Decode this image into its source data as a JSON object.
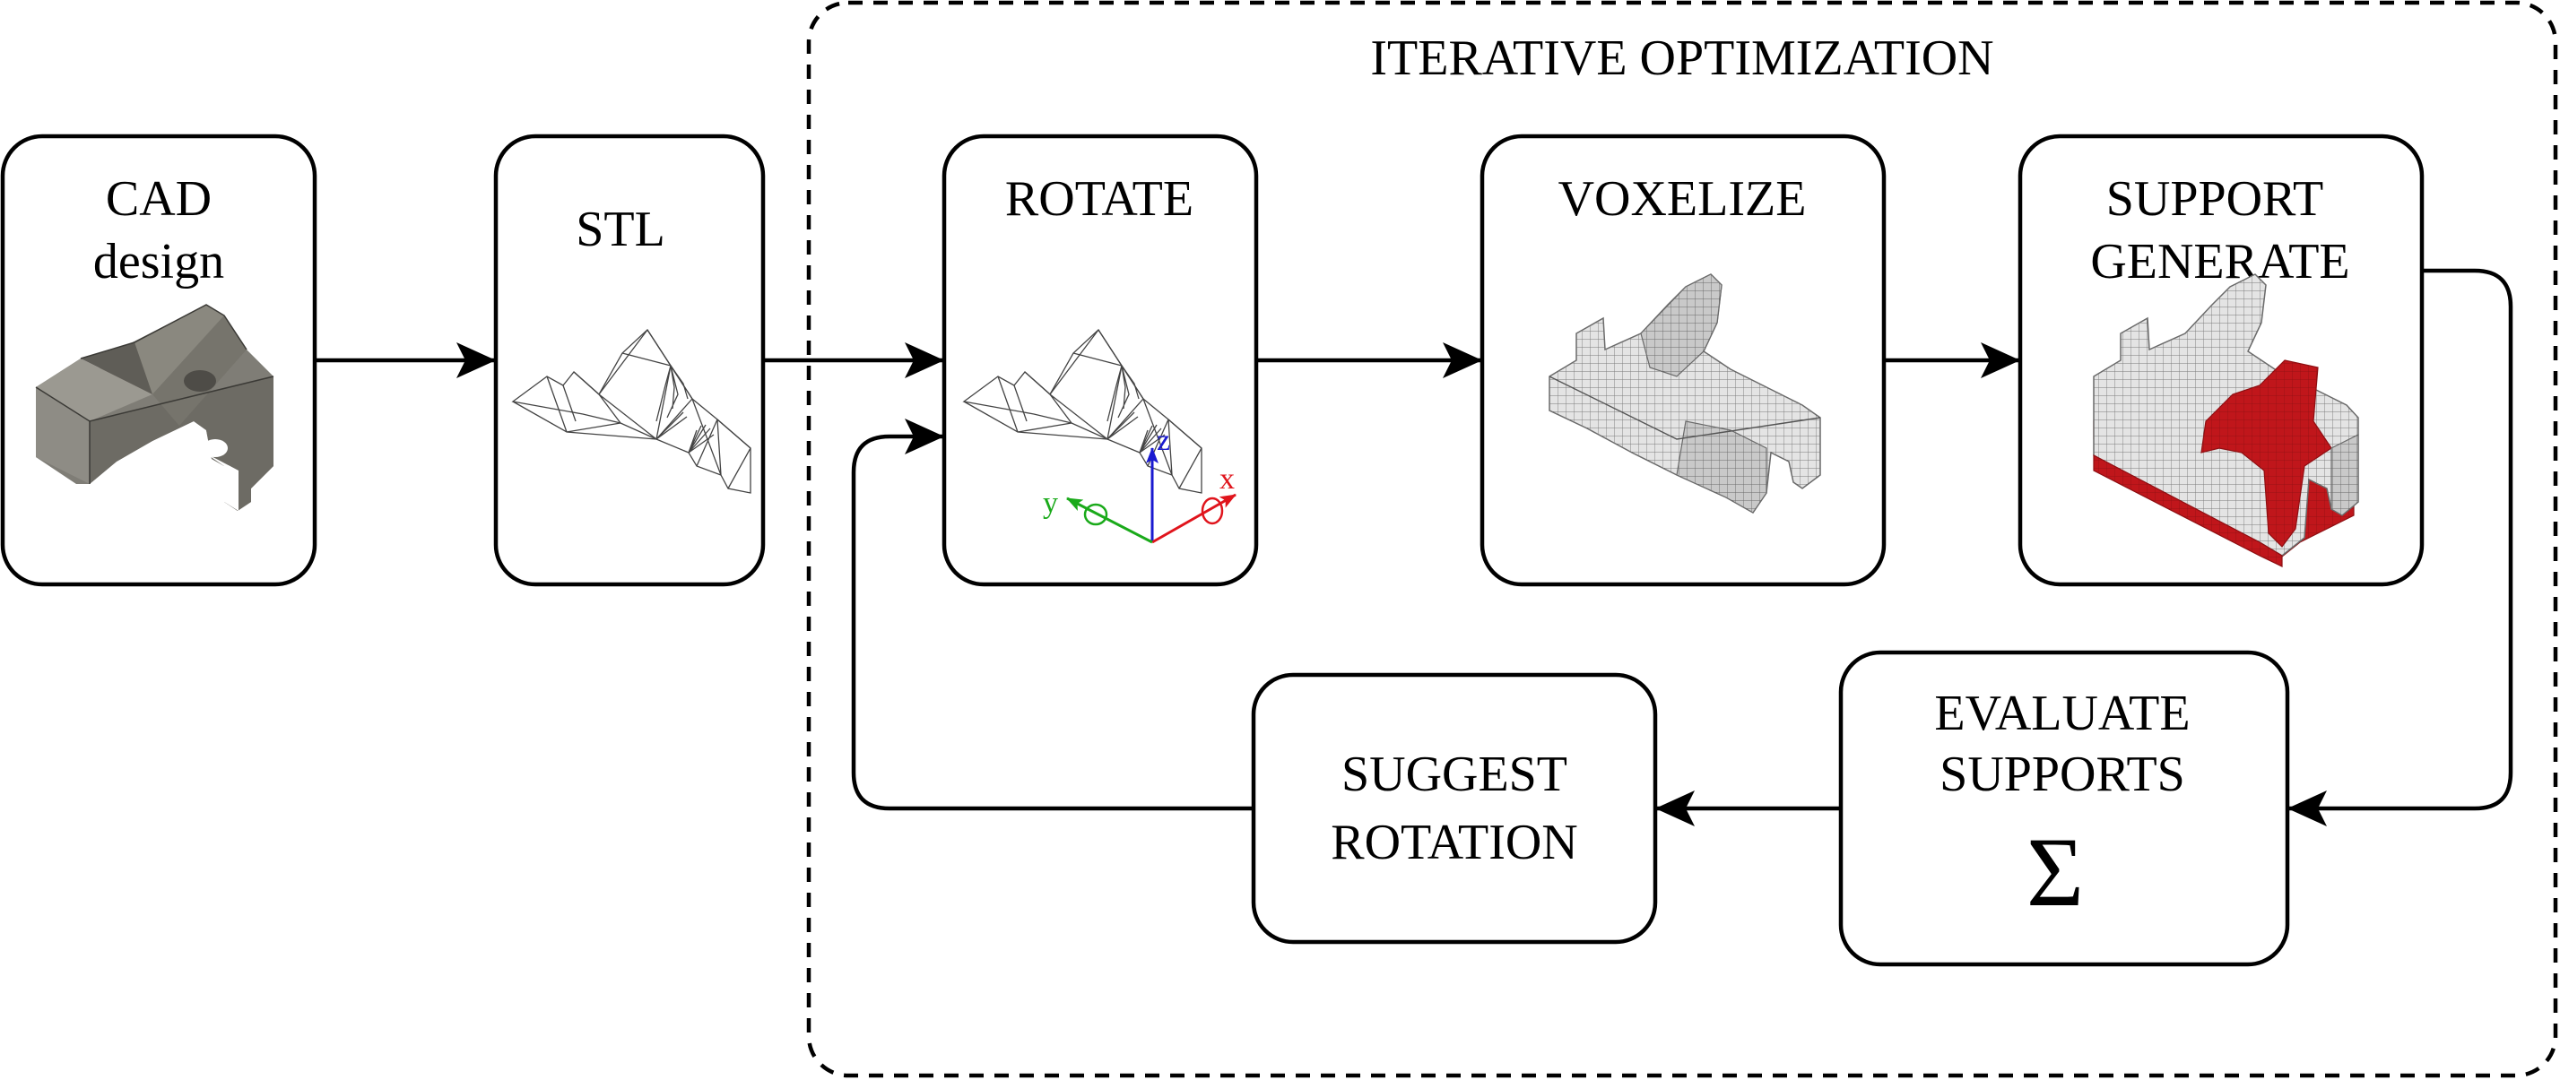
{
  "group": {
    "label": "ITERATIVE OPTIMIZATION"
  },
  "steps": {
    "cad": {
      "line1": "CAD",
      "line2": "design"
    },
    "stl": {
      "label": "STL"
    },
    "rotate": {
      "label": "ROTATE"
    },
    "voxelize": {
      "label": "VOXELIZE"
    },
    "support": {
      "line1": "SUPPORT",
      "line2": "GENERATE"
    },
    "evaluate": {
      "line1": "EVALUATE",
      "line2": "SUPPORTS",
      "symbol": "Σ"
    },
    "suggest": {
      "line1": "SUGGEST",
      "line2": "ROTATION"
    }
  },
  "axes": {
    "x": "x",
    "y": "y",
    "z": "z"
  },
  "colors": {
    "support": "#c0161b",
    "axis_x": "#e0141c",
    "axis_y": "#1aaa1a",
    "axis_z": "#1a1ad0",
    "cad_part": "#7f7d76"
  }
}
